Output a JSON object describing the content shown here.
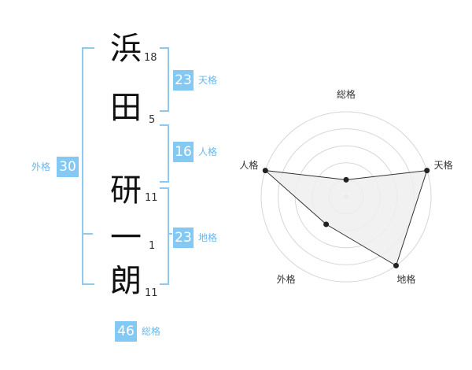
{
  "name": {
    "chars": [
      "浜",
      "田",
      "研",
      "一",
      "朗"
    ],
    "strokes": [
      "18",
      "5",
      "11",
      "1",
      "11"
    ]
  },
  "fortunes": {
    "tenkaku": {
      "value": "23",
      "label": "天格"
    },
    "jinkaku": {
      "value": "16",
      "label": "人格"
    },
    "chikaku": {
      "value": "23",
      "label": "地格"
    },
    "gaikaku": {
      "value": "30",
      "label": "外格"
    },
    "soukaku": {
      "value": "46",
      "label": "総格"
    }
  },
  "radar": {
    "axes": [
      "総格",
      "天格",
      "地格",
      "外格",
      "人格"
    ],
    "levels": 5,
    "values": [
      0.2,
      1.0,
      1.0,
      0.4,
      1.0
    ]
  },
  "colors": {
    "accent": "#84c9f4",
    "bracket": "#8dcaf2",
    "polygon_fill": "#eeeeee",
    "polygon_stroke": "#333333"
  }
}
